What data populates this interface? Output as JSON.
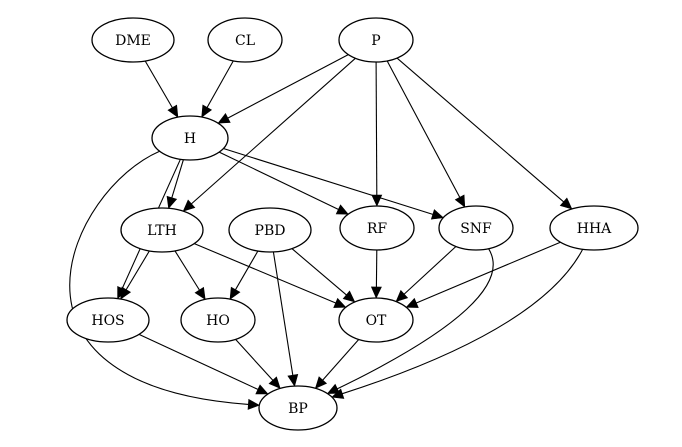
{
  "diagram": {
    "type": "directed-graph",
    "colors": {
      "stroke": "#000000",
      "fill": "#ffffff",
      "text": "#000000"
    },
    "nodes": [
      {
        "id": "DME",
        "label": "DME"
      },
      {
        "id": "CL",
        "label": "CL"
      },
      {
        "id": "P",
        "label": "P"
      },
      {
        "id": "H",
        "label": "H"
      },
      {
        "id": "LTH",
        "label": "LTH"
      },
      {
        "id": "PBD",
        "label": "PBD"
      },
      {
        "id": "RF",
        "label": "RF"
      },
      {
        "id": "SNF",
        "label": "SNF"
      },
      {
        "id": "HHA",
        "label": "HHA"
      },
      {
        "id": "HOS",
        "label": "HOS"
      },
      {
        "id": "HO",
        "label": "HO"
      },
      {
        "id": "OT",
        "label": "OT"
      },
      {
        "id": "BP",
        "label": "BP"
      }
    ],
    "edges": [
      {
        "from": "DME",
        "to": "H"
      },
      {
        "from": "CL",
        "to": "H"
      },
      {
        "from": "P",
        "to": "H"
      },
      {
        "from": "P",
        "to": "LTH"
      },
      {
        "from": "P",
        "to": "RF"
      },
      {
        "from": "P",
        "to": "SNF"
      },
      {
        "from": "P",
        "to": "HHA"
      },
      {
        "from": "H",
        "to": "LTH"
      },
      {
        "from": "H",
        "to": "RF"
      },
      {
        "from": "H",
        "to": "SNF"
      },
      {
        "from": "H",
        "to": "HOS"
      },
      {
        "from": "H",
        "to": "BP"
      },
      {
        "from": "LTH",
        "to": "HOS"
      },
      {
        "from": "LTH",
        "to": "HO"
      },
      {
        "from": "LTH",
        "to": "OT"
      },
      {
        "from": "PBD",
        "to": "HO"
      },
      {
        "from": "PBD",
        "to": "OT"
      },
      {
        "from": "PBD",
        "to": "BP"
      },
      {
        "from": "RF",
        "to": "OT"
      },
      {
        "from": "SNF",
        "to": "OT"
      },
      {
        "from": "SNF",
        "to": "BP"
      },
      {
        "from": "HHA",
        "to": "OT"
      },
      {
        "from": "HHA",
        "to": "BP"
      },
      {
        "from": "HOS",
        "to": "BP"
      },
      {
        "from": "HO",
        "to": "BP"
      },
      {
        "from": "OT",
        "to": "BP"
      }
    ]
  }
}
